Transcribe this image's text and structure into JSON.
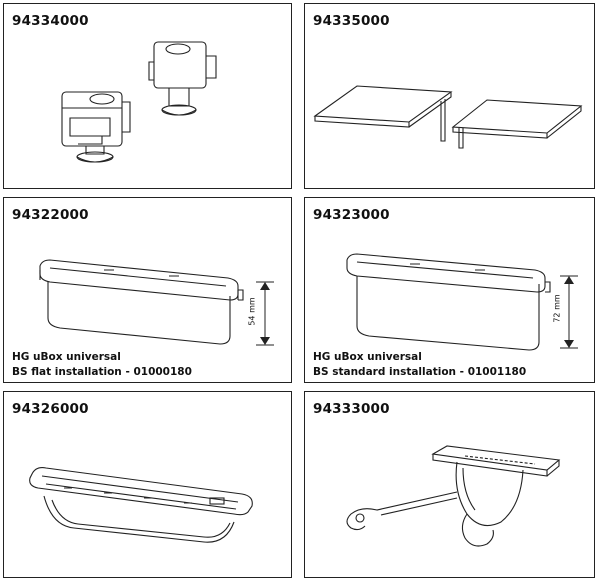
{
  "cells": [
    {
      "code": "94334000"
    },
    {
      "code": "94335000"
    },
    {
      "code": "94322000",
      "line1": "HG uBox universal",
      "line2": "BS flat installation - 01000180",
      "dim": "54 mm"
    },
    {
      "code": "94323000",
      "line1": "HG uBox universal",
      "line2": "BS standard installation - 01001180",
      "dim": "72 mm"
    },
    {
      "code": "94326000"
    },
    {
      "code": "94333000"
    }
  ],
  "icons": [
    "clip-mounts-icon",
    "cover-plates-icon",
    "ubox-flat-icon",
    "ubox-standard-icon",
    "ubox-tray-icon",
    "hook-holder-icon"
  ]
}
